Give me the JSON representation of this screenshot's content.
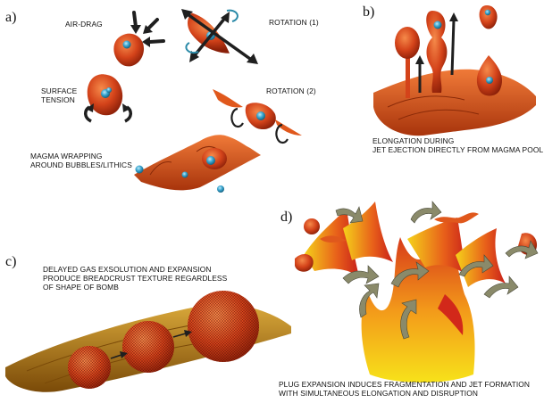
{
  "panels": {
    "a": {
      "letter": "a)",
      "air_drag": "AIR-DRAG",
      "rotation_1": "ROTATION (1)",
      "surface_tension": "SURFACE\nTENSION",
      "rotation_2": "ROTATION (2)",
      "magma_wrapping": "MAGMA WRAPPING\nAROUND BUBBLES/LITHICS"
    },
    "b": {
      "letter": "b)",
      "caption": "ELONGATION DURING\nJET EJECTION DIRECTLY FROM MAGMA POOL"
    },
    "c": {
      "letter": "c)",
      "caption": "DELAYED GAS EXSOLUTION AND EXPANSION\nPRODUCE BREADCRUST TEXTURE REGARDLESS\nOF SHAPE OF BOMB"
    },
    "d": {
      "letter": "d)",
      "caption": "PLUG EXPANSION INDUCES FRAGMENTATION AND JET FORMATION\nWITH SIMULTANEOUS ELONGATION AND DISRUPTION"
    }
  },
  "colors": {
    "bomb": "#c9380c",
    "bomb_light": "#f06a2a",
    "bubble": "#2f9bc4",
    "arrow": "#1f1f1f",
    "cyan_arrow": "#2a8aa8",
    "pool": "#d8561c",
    "breadcrust_sheet": "#b8860b",
    "plug_yellow": "#f5d21a",
    "plug_red": "#d2281a",
    "grey_arrow": "#8a8a6a"
  }
}
